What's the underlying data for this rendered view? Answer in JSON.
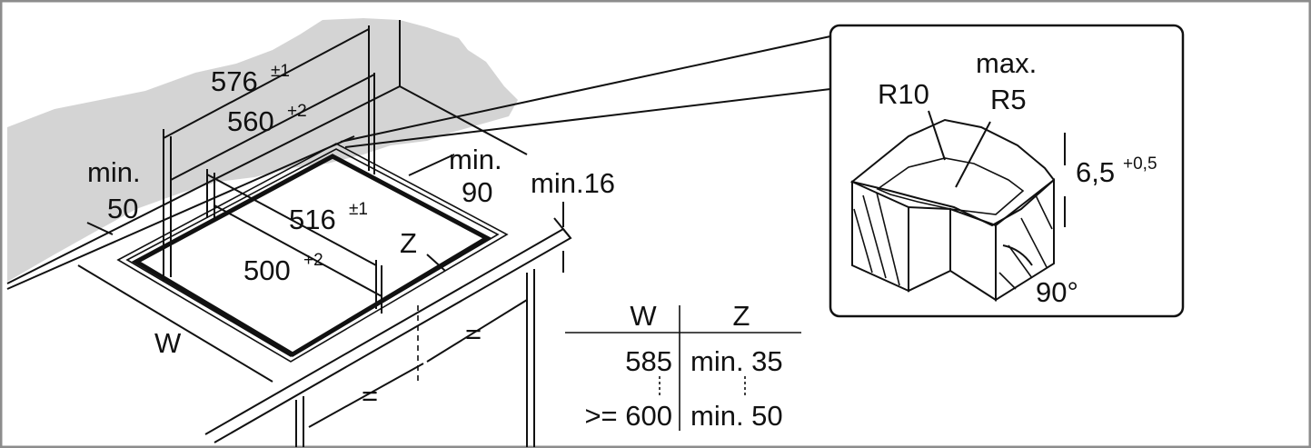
{
  "colors": {
    "frame": "#8c8c8c",
    "wall": "#d4d4d4",
    "line": "#111111",
    "background": "#ffffff"
  },
  "dimensions": {
    "d576": "576",
    "d576_tol": "±1",
    "d560": "560",
    "d560_tol": "+2",
    "min50_a": "min.",
    "min50_b": "50",
    "min90_a": "min.",
    "min90_b": "90",
    "d516": "516",
    "d516_tol": "±1",
    "d500": "500",
    "d500_tol": "+2",
    "z": "Z",
    "min16": "min.16",
    "w": "W",
    "eq1": "=",
    "eq2": "="
  },
  "detail": {
    "max_a": "max.",
    "r5": "R5",
    "r10": "R10",
    "depth": "6,5",
    "depth_tol": "+0,5",
    "angle": "90°"
  },
  "table": {
    "headers": [
      "W",
      "Z"
    ],
    "rows": [
      {
        "w": "585",
        "z": "min. 35"
      },
      {
        "w": ">= 600",
        "z": "min. 50"
      }
    ]
  }
}
